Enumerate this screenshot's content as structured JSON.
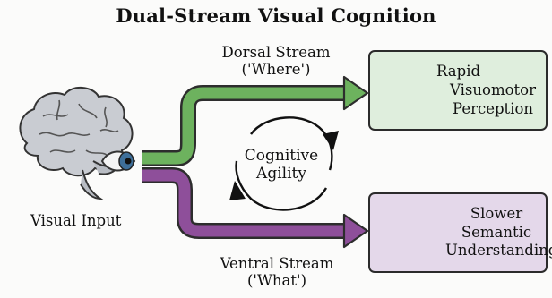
{
  "title": "Dual-Stream Visual Cognition",
  "input": {
    "label": "Visual Input"
  },
  "dorsal": {
    "line1": "Dorsal Stream",
    "line2": "('Where')",
    "color": "#6db25e"
  },
  "ventral": {
    "line1": "Ventral Stream",
    "line2": "('What')",
    "color": "#8e4f9a"
  },
  "center": {
    "line1": "Cognitive",
    "line2": "Agility"
  },
  "outputs": {
    "top": {
      "line1": "Rapid",
      "line2": "Visuomotor",
      "line3": "Perception",
      "fill": "#dfeedd",
      "icons": [
        "compass-icon",
        "speed-arrow-icon"
      ]
    },
    "bottom": {
      "line1": "Slower",
      "line2": "Semantic",
      "line3": "Understanding",
      "fill": "#e4d8ea",
      "icons": [
        "magnifier-question-icon",
        "apple-icon"
      ]
    }
  }
}
